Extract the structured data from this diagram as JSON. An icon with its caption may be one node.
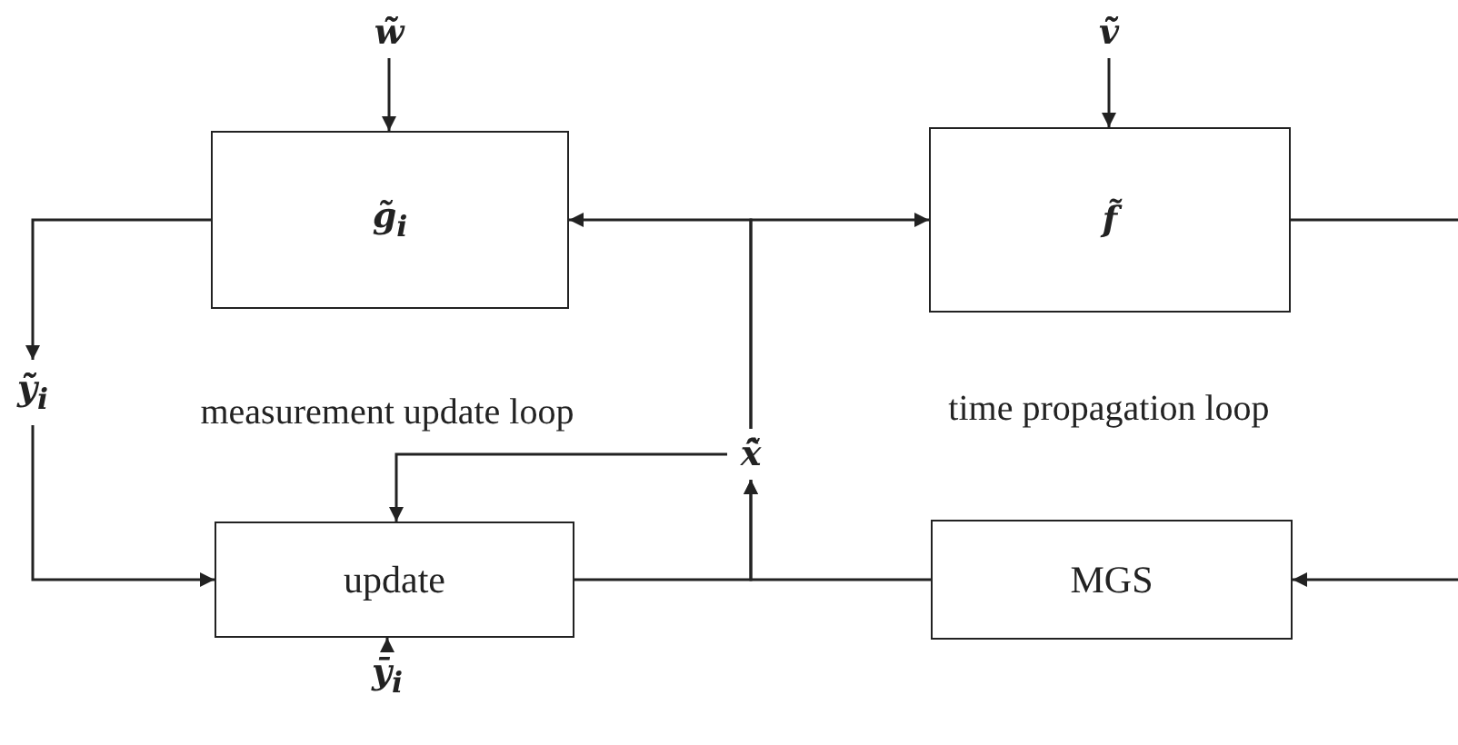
{
  "diagram": {
    "nodes": [
      {
        "text": [
          "w̃̃"
        ]
      },
      {
        "text": [
          "g̃$_{i}$"
        ]
      },
      {
        "text": [
          "ṽ̃"
        ]
      },
      {
        "text": [
          "f̃"
        ]
      },
      {
        "text": [
          "ỹ̃$_{i}$"
        ]
      },
      {
        "text": [
          "x̂̃"
        ]
      },
      {
        "text": [
          "update"
        ]
      },
      {
        "text": [
          "MGS"
        ]
      },
      {
        "text": [
          "ȳ$_{i}$"
        ]
      }
    ],
    "edges": [
      {
        "from": 0,
        "to": 1,
        "arrow": "to"
      },
      {
        "from": 2,
        "to": 3,
        "arrow": "to"
      },
      {
        "from": 5,
        "to": 1,
        "arrow": "to"
      },
      {
        "from": 5,
        "to": 3,
        "arrow": "to"
      },
      {
        "from": 1,
        "to": 4,
        "arrow": "to"
      },
      {
        "from": 4,
        "to": 6,
        "arrow": "to"
      },
      {
        "from": 5,
        "to": 6,
        "arrow": "to"
      },
      {
        "from": 8,
        "to": 6,
        "arrow": "to"
      },
      {
        "from": 7,
        "to": 5,
        "arrow": "to"
      },
      {
        "from": 6,
        "to": 5,
        "arrow": "to"
      },
      {
        "from": 3,
        "to": null,
        "arrow": "none"
      },
      {
        "from": null,
        "to": 7,
        "arrow": "to"
      }
    ],
    "labels": [
      "measurement update loop",
      "time propagation loop"
    ]
  }
}
